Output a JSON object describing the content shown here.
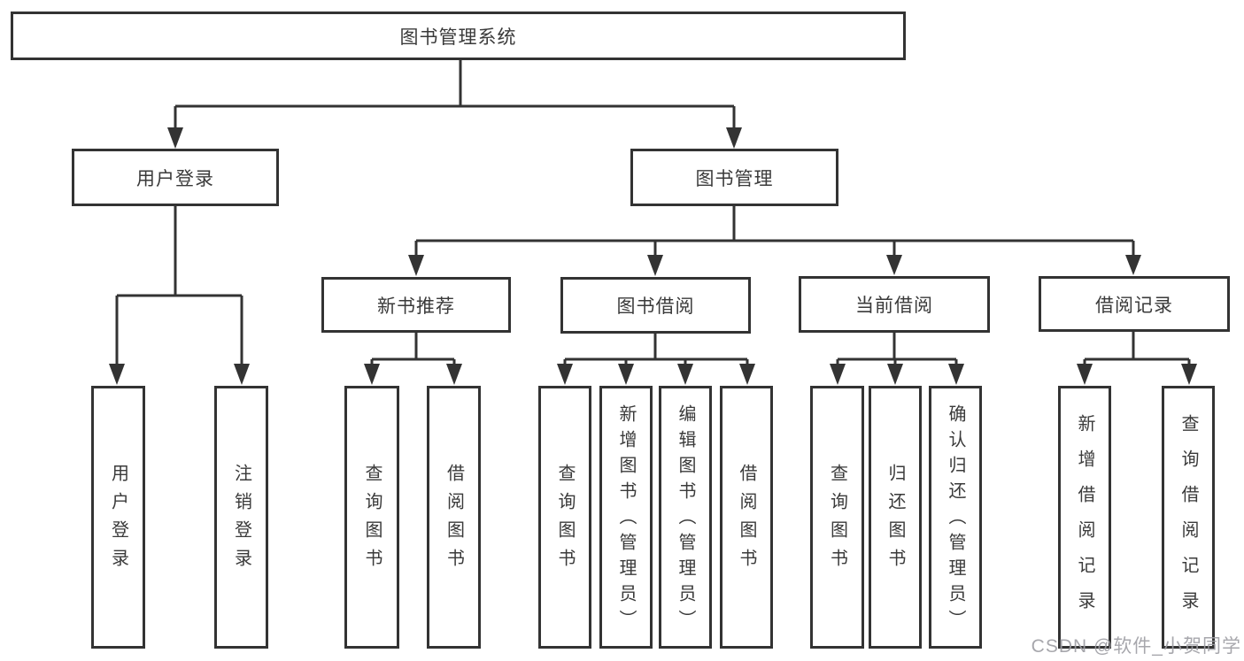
{
  "colors": {
    "line": "#333333",
    "box_border": "#333333",
    "text": "#3a3a3a",
    "background": "#ffffff",
    "watermark": "#9e9ea4"
  },
  "tree": {
    "root": {
      "label": "图书管理系统"
    },
    "level2": [
      {
        "label": "用户登录"
      },
      {
        "label": "图书管理"
      }
    ],
    "user_login_children": [
      {
        "label": "用户登录"
      },
      {
        "label": "注销登录"
      }
    ],
    "book_mgmt_sections": [
      {
        "label": "新书推荐",
        "children": [
          {
            "label": "查询图书"
          },
          {
            "label": "借阅图书"
          }
        ]
      },
      {
        "label": "图书借阅",
        "children": [
          {
            "label": "查询图书"
          },
          {
            "label": "新增图书（管理员）"
          },
          {
            "label": "编辑图书（管理员）"
          },
          {
            "label": "借阅图书"
          }
        ]
      },
      {
        "label": "当前借阅",
        "children": [
          {
            "label": "查询图书"
          },
          {
            "label": "归还图书"
          },
          {
            "label": "确认归还（管理员）"
          }
        ]
      },
      {
        "label": "借阅记录",
        "children": [
          {
            "label": "新增借阅记录"
          },
          {
            "label": "查询借阅记录"
          }
        ]
      }
    ]
  },
  "watermark": {
    "text": "CSDN @软件_小贺同学"
  }
}
